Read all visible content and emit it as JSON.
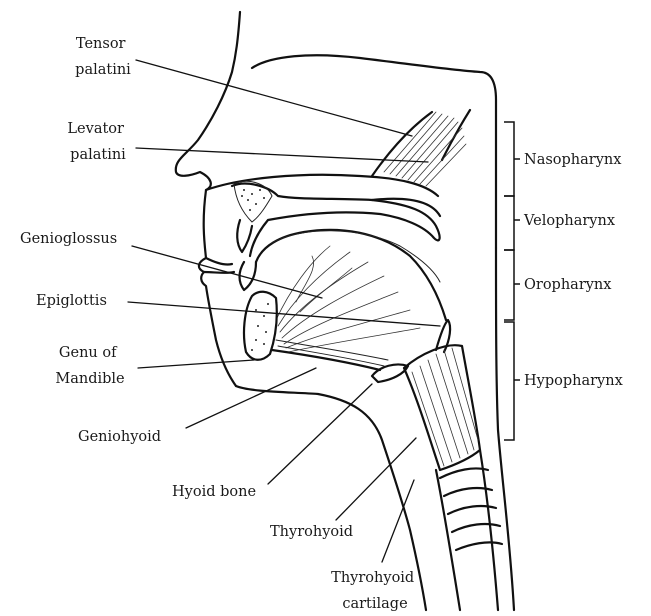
{
  "labels": {
    "tensor_palatini": [
      "Tensor",
      "palatini"
    ],
    "levator_palatini": [
      "Levator",
      "palatini"
    ],
    "genioglossus": "Genioglossus",
    "epiglottis": "Epiglottis",
    "genu_of_mandible": [
      "Genu of",
      "Mandible"
    ],
    "geniohyoid": "Geniohyoid",
    "hyoid_bone": "Hyoid bone",
    "thyrohyoid": "Thyrohyoid",
    "thyrohyoid_cartilage": [
      "Thyrohyoid",
      "cartilage"
    ]
  },
  "regions": {
    "nasopharynx": "Nasopharynx",
    "velopharynx": "Velopharynx",
    "oropharynx": "Oropharynx",
    "hypopharynx": "Hypopharynx"
  }
}
